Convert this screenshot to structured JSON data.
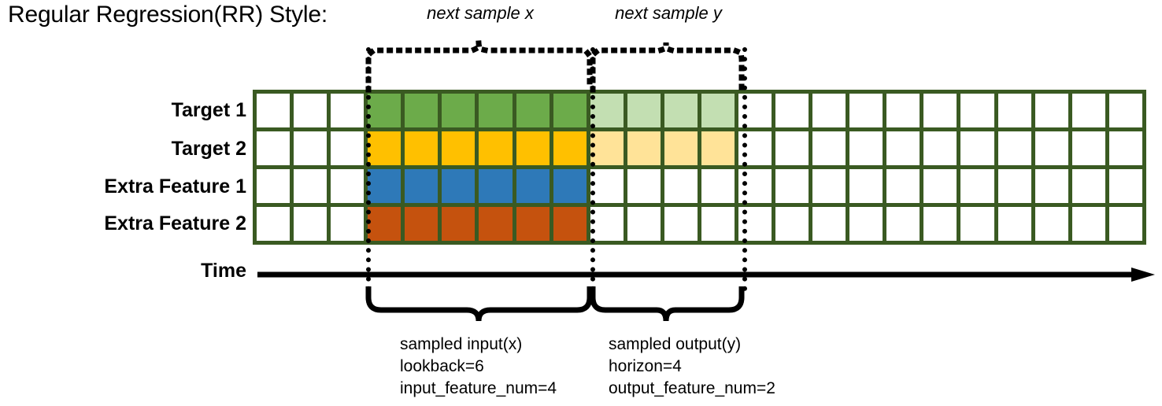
{
  "title": "Regular Regression(RR) Style:",
  "row_labels": [
    {
      "name": "target-1",
      "label": "Target 1"
    },
    {
      "name": "target-2",
      "label": "Target 2"
    },
    {
      "name": "extra-feature-1",
      "label": "Extra Feature 1"
    },
    {
      "name": "extra-feature-2",
      "label": "Extra Feature 2"
    }
  ],
  "axis": {
    "label": "Time",
    "arrow_direction": "right"
  },
  "grid": {
    "total_columns": 24,
    "total_rows": 4,
    "leading_blank_columns": 3,
    "input_columns": 6,
    "output_columns": 4,
    "trailing_blank_columns": 11,
    "border_color": "#3a5a22",
    "rows": [
      {
        "name": "target-1",
        "fills": [
          "none",
          "none",
          "none",
          "green",
          "green",
          "green",
          "green",
          "green",
          "green",
          "lightgreen",
          "lightgreen",
          "lightgreen",
          "lightgreen",
          "none",
          "none",
          "none",
          "none",
          "none",
          "none",
          "none",
          "none",
          "none",
          "none",
          "none"
        ]
      },
      {
        "name": "target-2",
        "fills": [
          "none",
          "none",
          "none",
          "gold",
          "gold",
          "gold",
          "gold",
          "gold",
          "gold",
          "lightgold",
          "lightgold",
          "lightgold",
          "lightgold",
          "none",
          "none",
          "none",
          "none",
          "none",
          "none",
          "none",
          "none",
          "none",
          "none",
          "none"
        ]
      },
      {
        "name": "extra-feature-1",
        "fills": [
          "none",
          "none",
          "none",
          "blue",
          "blue",
          "blue",
          "blue",
          "blue",
          "blue",
          "none",
          "none",
          "none",
          "none",
          "none",
          "none",
          "none",
          "none",
          "none",
          "none",
          "none",
          "none",
          "none",
          "none",
          "none"
        ]
      },
      {
        "name": "extra-feature-2",
        "fills": [
          "none",
          "none",
          "none",
          "orange",
          "orange",
          "orange",
          "orange",
          "orange",
          "orange",
          "none",
          "none",
          "none",
          "none",
          "none",
          "none",
          "none",
          "none",
          "none",
          "none",
          "none",
          "none",
          "none",
          "none",
          "none"
        ]
      }
    ]
  },
  "colors": {
    "green": "#6cab4a",
    "light_green": "#c3dfb2",
    "gold": "#ffc000",
    "light_gold": "#ffe398",
    "blue": "#2e79b8",
    "orange": "#c5520e",
    "grid_border": "#3a5a22",
    "ink": "#000000"
  },
  "top_annotations": [
    {
      "name": "next-sample-x",
      "label": "next sample x"
    },
    {
      "name": "next-sample-y",
      "label": "next sample y"
    }
  ],
  "bottom_annotations": [
    {
      "name": "sampled-input",
      "lines": [
        "sampled input(x)",
        "lookback=6",
        "input_feature_num=4"
      ]
    },
    {
      "name": "sampled-output",
      "lines": [
        "sampled output(y)",
        "horizon=4",
        "output_feature_num=2"
      ]
    }
  ]
}
